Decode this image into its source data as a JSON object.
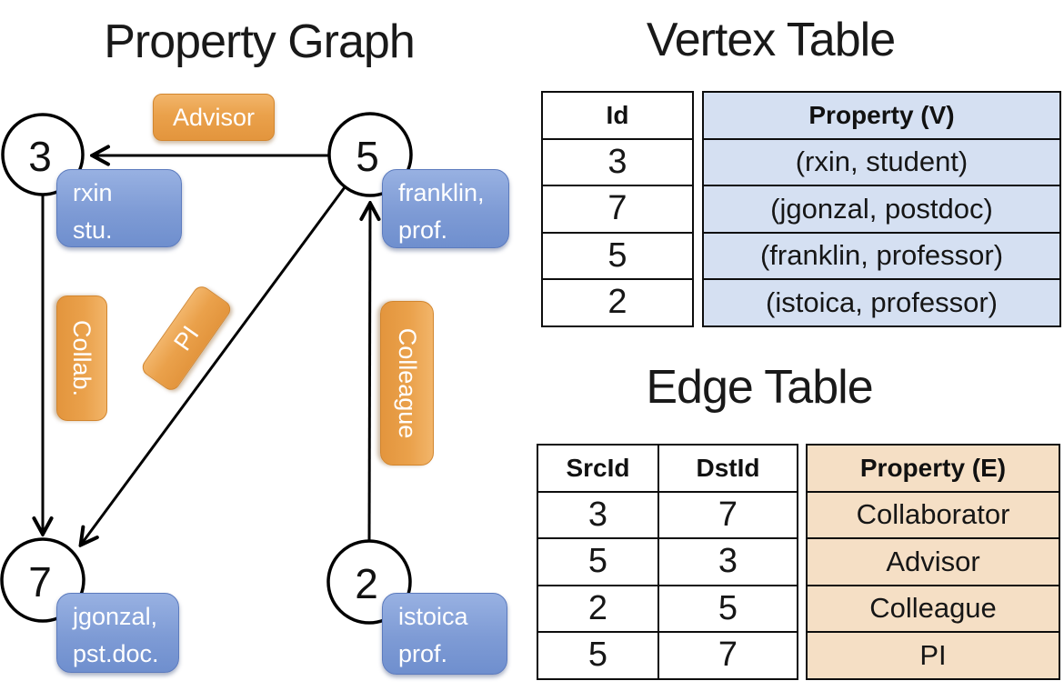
{
  "graph": {
    "title": "Property Graph",
    "nodes": [
      {
        "id": "3"
      },
      {
        "id": "5"
      },
      {
        "id": "7"
      },
      {
        "id": "2"
      }
    ],
    "edge_labels": {
      "advisor": "Advisor",
      "collab": "Collab.",
      "pi": "PI",
      "colleague": "Colleague"
    },
    "vertex_boxes": {
      "rxin": {
        "line1": "rxin",
        "line2": "stu."
      },
      "franklin": {
        "line1": "franklin,",
        "line2": "prof."
      },
      "jgonzal": {
        "line1": "jgonzal,",
        "line2": "pst.doc."
      },
      "istoica": {
        "line1": "istoica",
        "line2": "prof."
      }
    }
  },
  "vertex_table": {
    "title": "Vertex Table",
    "id_header": "Id",
    "property_header": "Property (V)",
    "rows": [
      {
        "id": "3",
        "property": "(rxin, student)"
      },
      {
        "id": "7",
        "property": "(jgonzal, postdoc)"
      },
      {
        "id": "5",
        "property": "(franklin, professor)"
      },
      {
        "id": "2",
        "property": "(istoica, professor)"
      }
    ]
  },
  "edge_table": {
    "title": "Edge Table",
    "src_header": "SrcId",
    "dst_header": "DstId",
    "property_header": "Property (E)",
    "rows": [
      {
        "src": "3",
        "dst": "7",
        "property": "Collaborator"
      },
      {
        "src": "5",
        "dst": "3",
        "property": "Advisor"
      },
      {
        "src": "2",
        "dst": "5",
        "property": "Colleague"
      },
      {
        "src": "5",
        "dst": "7",
        "property": "PI"
      }
    ]
  },
  "colors": {
    "edge_label_orange": "#EAA14B",
    "vertex_box_blue": "#7E9BD5",
    "vertex_property_cell_blue": "#D5E0F2",
    "edge_property_cell_tan": "#F5DFC5",
    "line_black": "#000000"
  }
}
